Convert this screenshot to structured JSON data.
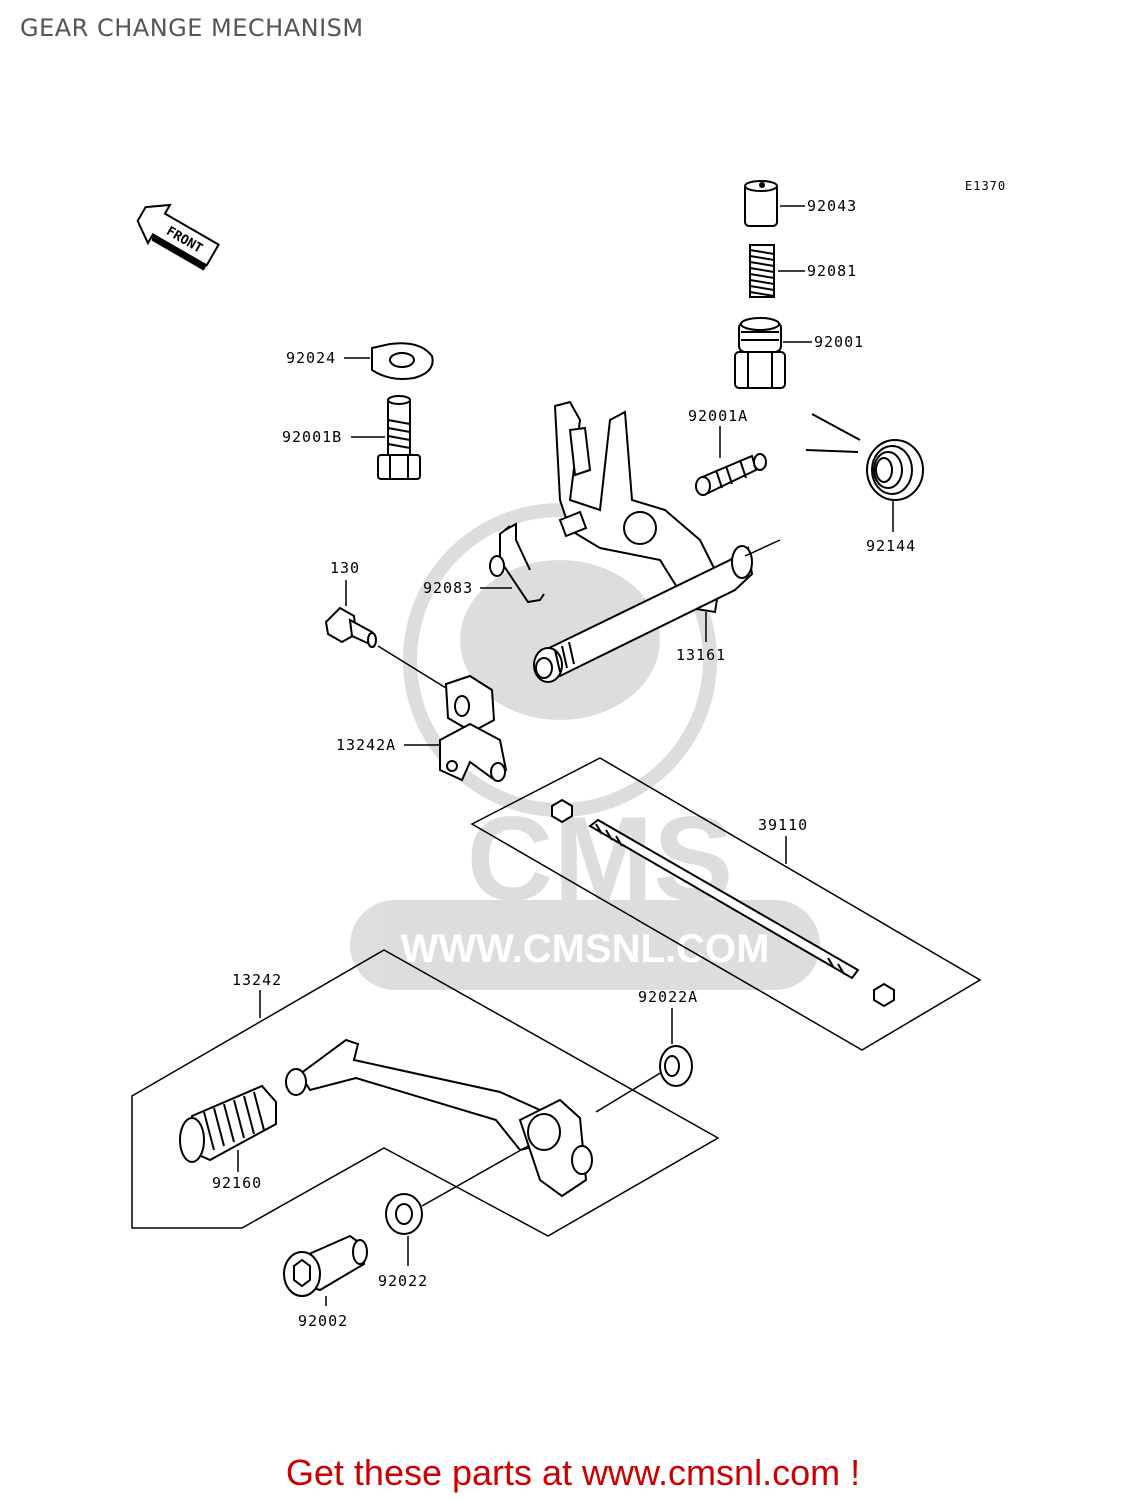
{
  "title": "GEAR CHANGE MECHANISM",
  "diagram_code": "E1370",
  "front_label": "FRONT",
  "watermark": {
    "logo": "CMS",
    "url": "WWW.CMSNL.COM"
  },
  "parts": {
    "p92043": "92043",
    "p92081": "92081",
    "p92001": "92001",
    "p92024": "92024",
    "p92001B": "92001B",
    "p92001A": "92001A",
    "p92144": "92144",
    "p130": "130",
    "p92083": "92083",
    "p13161": "13161",
    "p13242A": "13242A",
    "p39110": "39110",
    "p13242": "13242",
    "p92022A": "92022A",
    "p92160": "92160",
    "p92022": "92022",
    "p92002": "92002"
  },
  "footer": "Get these parts at www.cmsnl.com !"
}
